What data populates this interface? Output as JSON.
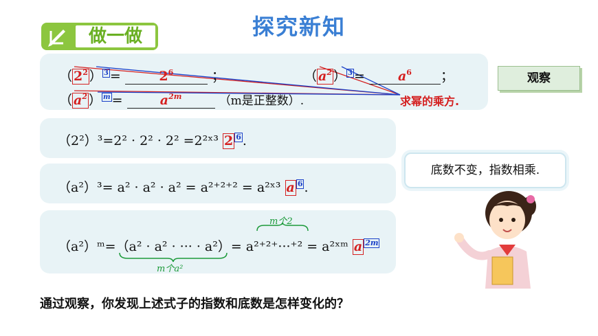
{
  "title": "探究新知",
  "section": {
    "label": "做一做"
  },
  "top": {
    "row1": {
      "open": "（",
      "base": "2",
      "inner_exp": "2",
      "close": "）",
      "outer_exp": "3",
      "eq": "=",
      "answer_base": "2",
      "answer_exp": "6",
      "sep": "；",
      "open2": "（",
      "base2": "a",
      "inner_exp2": "2",
      "close2": "）",
      "outer_exp2": "3",
      "eq2": "=",
      "answer2_base": "a",
      "answer2_exp": "6",
      "end": "；"
    },
    "row2": {
      "open": "（",
      "base": "a",
      "inner_exp": "2",
      "close": "）",
      "outer_exp": "m",
      "eq": "=",
      "answer_base": "a",
      "answer_exp": "2m",
      "note": "（m是正整数）."
    },
    "annotation": "求幂的乘方."
  },
  "observe_button": "观察",
  "expansions": {
    "line1": {
      "left": "（2²）³",
      "expr": "=2² · 2² · 2²  =2²ˣ³",
      "result_base": "2",
      "result_exp": "6",
      "end": "."
    },
    "line2": {
      "left": "（a²）³",
      "expr": "= a² · a² · a² = a²⁺²⁺² = a²ˣ³",
      "result_base": "a",
      "result_exp": "6",
      "end": "."
    },
    "line3": {
      "left": "（a²）ᵐ",
      "expr": "=（a² · a² · ··· · a²）= a²⁺²⁺···⁺² = a²ˣᵐ",
      "result_base": "a",
      "result_exp": "2m",
      "top_brace_label": "m个2",
      "bottom_brace_label": "m个a²"
    }
  },
  "speech_bubble": "底数不变，指数相乘.",
  "question": "通过观察，你发现上述式子的指数和底数是怎样变化的？",
  "colors": {
    "title": "#3a7fd4",
    "badge": "#8cc63f",
    "red": "#d42020",
    "blue": "#1a40c8",
    "green": "#1c9a3a",
    "panel": "#e8f3f6"
  }
}
